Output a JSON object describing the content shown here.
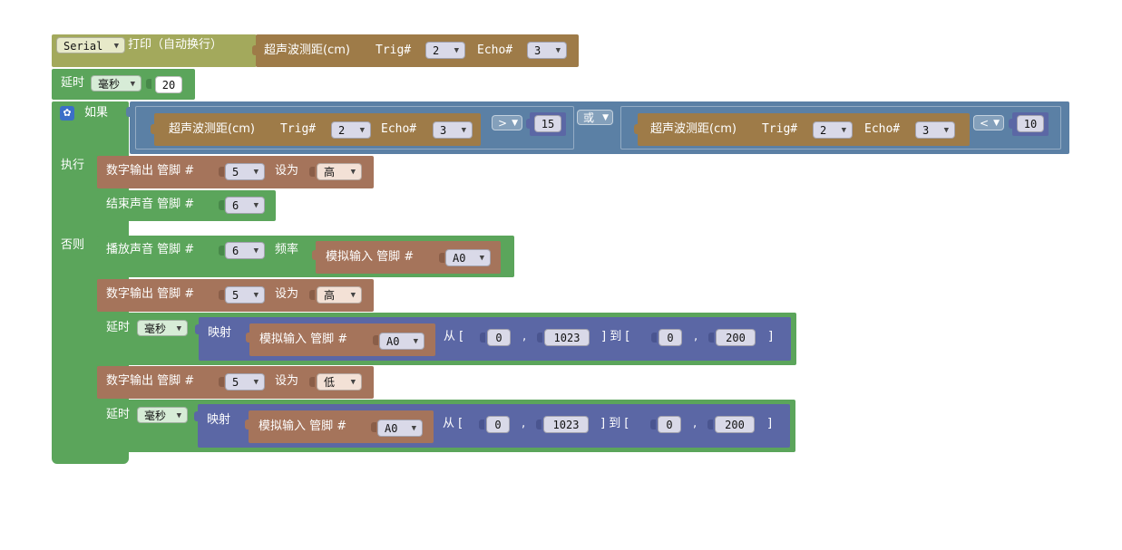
{
  "serial": {
    "port": "Serial",
    "action": "打印（自动换行）",
    "ultrasonic": {
      "label": "超声波测距(cm)",
      "trig_label": "Trig#",
      "trig": "2",
      "echo_label": "Echo#",
      "echo": "3"
    }
  },
  "delay1": {
    "label": "延时",
    "unit": "毫秒",
    "value": "20"
  },
  "if_block": {
    "if_label": "如果",
    "then_label": "执行",
    "else_label": "否则",
    "cond_left": {
      "label": "超声波测距(cm)",
      "trig_label": "Trig#",
      "trig": "2",
      "echo_label": "Echo#",
      "echo": "3",
      "op": ">",
      "value": "15"
    },
    "logic_op": "或",
    "cond_right": {
      "label": "超声波测距(cm)",
      "trig_label": "Trig#",
      "trig": "2",
      "echo_label": "Echo#",
      "echo": "3",
      "op": "<",
      "value": "10"
    }
  },
  "then_blocks": [
    {
      "label": "数字输出 管脚 #",
      "pin": "5",
      "set_label": "设为",
      "state": "高"
    },
    {
      "label": "结束声音 管脚 #",
      "pin": "6"
    }
  ],
  "else_blocks": {
    "tone": {
      "label": "播放声音 管脚 #",
      "pin": "6",
      "freq_label": "频率",
      "analog_label": "模拟输入 管脚 #",
      "analog_pin": "A0"
    },
    "dout1": {
      "label": "数字输出 管脚 #",
      "pin": "5",
      "set_label": "设为",
      "state": "高"
    },
    "delay_map1": {
      "label": "延时",
      "unit": "毫秒",
      "map_label": "映射",
      "analog_label": "模拟输入 管脚 #",
      "analog_pin": "A0",
      "from_label": "从 [",
      "from_min": "0",
      "comma": ",",
      "from_max": "1023",
      "to_label": "] 到 [",
      "to_min": "0",
      "to_max": "200",
      "close": "]"
    },
    "dout2": {
      "label": "数字输出 管脚 #",
      "pin": "5",
      "set_label": "设为",
      "state": "低"
    },
    "delay_map2": {
      "label": "延时",
      "unit": "毫秒",
      "map_label": "映射",
      "analog_label": "模拟输入 管脚 #",
      "analog_pin": "A0",
      "from_label": "从 [",
      "from_min": "0",
      "comma": ",",
      "from_max": "1023",
      "to_label": "] 到 [",
      "to_min": "0",
      "to_max": "200",
      "close": "]"
    }
  },
  "colors": {
    "serial": "#a3a95c",
    "sensor": "#9e7b48",
    "control": "#5ba55b",
    "logic": "#5b80a5",
    "io": "#a5745b",
    "math": "#5b67a5",
    "dropdown": "#d9d9e8",
    "number": "#ffffff"
  }
}
